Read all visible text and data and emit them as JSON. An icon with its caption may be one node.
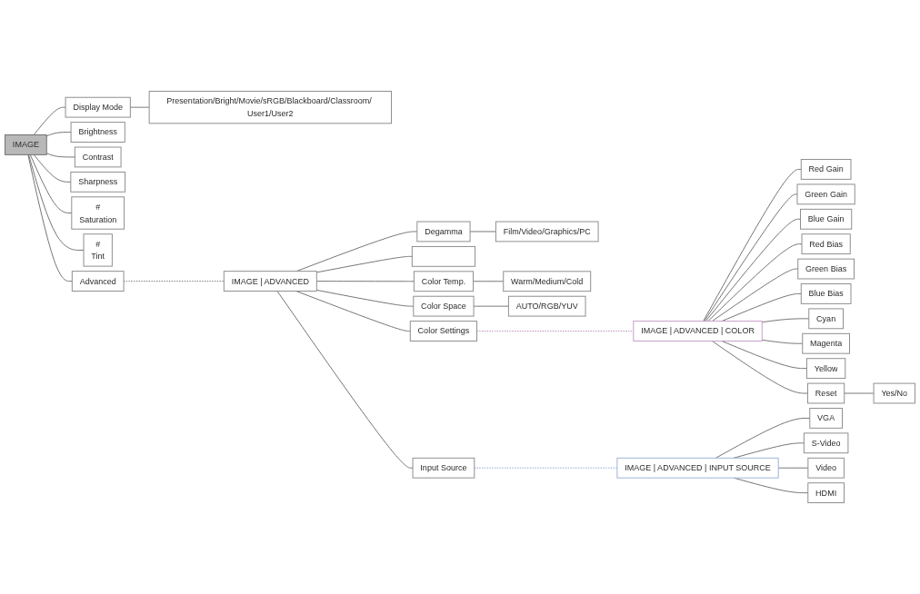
{
  "diagram": {
    "nodes": [
      {
        "text": [
          "IMAGE"
        ]
      },
      {
        "text": [
          "Display Mode"
        ]
      },
      {
        "text": [
          "Presentation/Bright/Movie/sRGB/Blackboard/Classroom/ User1/User2"
        ]
      },
      {
        "text": [
          "Brightness"
        ]
      },
      {
        "text": [
          "Contrast"
        ]
      },
      {
        "text": [
          "Sharpness"
        ]
      },
      {
        "text": [
          "#",
          "Saturation"
        ]
      },
      {
        "text": [
          "#",
          "Tint"
        ]
      },
      {
        "text": [
          "Advanced"
        ]
      },
      {
        "text": [
          "IMAGE | ADVANCED"
        ]
      },
      {
        "text": [
          "Degamma"
        ]
      },
      {
        "text": [
          "Film/Video/Graphics/PC"
        ]
      },
      {
        "text": [],
        "shape": "box"
      },
      {
        "text": [
          "Color Temp."
        ]
      },
      {
        "text": [
          "Warm/Medium/Cold"
        ]
      },
      {
        "text": [
          "Color Settings"
        ]
      },
      {
        "text": [
          "Color Space"
        ]
      },
      {
        "text": [
          "AUTO/RGB/YUV"
        ]
      },
      {
        "text": [
          "Input Source"
        ]
      },
      {
        "text": [
          "IMAGE | ADVANCED | COLOR"
        ]
      },
      {
        "text": [
          "Red Gain"
        ]
      },
      {
        "text": [
          "Green Gain"
        ]
      },
      {
        "text": [
          "Blue Gain"
        ]
      },
      {
        "text": [
          "Red Bias"
        ]
      },
      {
        "text": [
          "Green Bias"
        ]
      },
      {
        "text": [
          "Blue Bias"
        ]
      },
      {
        "text": [
          "Cyan"
        ]
      },
      {
        "text": [
          "Magenta"
        ]
      },
      {
        "text": [
          "Yellow"
        ]
      },
      {
        "text": [
          "Reset"
        ]
      },
      {
        "text": [
          "Yes/No"
        ]
      },
      {
        "text": [
          "IMAGE | ADVANCED | INPUT SOURCE"
        ]
      },
      {
        "text": [
          "VGA"
        ]
      },
      {
        "text": [
          "S-Video"
        ]
      },
      {
        "text": [
          "Video"
        ]
      },
      {
        "text": [
          "HDMI"
        ]
      }
    ],
    "edges": [
      {
        "from": 0,
        "to": 1,
        "arrow": "none"
      },
      {
        "from": 0,
        "to": 3,
        "arrow": "none"
      },
      {
        "from": 0,
        "to": 4,
        "arrow": "none"
      },
      {
        "from": 0,
        "to": 5,
        "arrow": "none"
      },
      {
        "from": 0,
        "to": 6,
        "arrow": "none"
      },
      {
        "from": 0,
        "to": 7,
        "arrow": "none"
      },
      {
        "from": 0,
        "to": 8,
        "arrow": "none"
      },
      {
        "from": 1,
        "to": 2,
        "arrow": "none"
      },
      {
        "from": 8,
        "to": 9,
        "arrow": "none",
        "style": "dashed"
      },
      {
        "from": 9,
        "to": 10,
        "arrow": "none"
      },
      {
        "from": 9,
        "to": 12,
        "arrow": "none"
      },
      {
        "from": 9,
        "to": 13,
        "arrow": "none"
      },
      {
        "from": 9,
        "to": 15,
        "arrow": "none"
      },
      {
        "from": 9,
        "to": 16,
        "arrow": "none"
      },
      {
        "from": 9,
        "to": 18,
        "arrow": "none"
      },
      {
        "from": 10,
        "to": 11,
        "arrow": "none"
      },
      {
        "from": 13,
        "to": 14,
        "arrow": "none"
      },
      {
        "from": 16,
        "to": 17,
        "arrow": "none"
      },
      {
        "from": 15,
        "to": 19,
        "arrow": "none",
        "style": "dashed",
        "color": "#b07ab4"
      },
      {
        "from": 18,
        "to": 31,
        "arrow": "none",
        "style": "dashed",
        "color": "#7f9cc9"
      },
      {
        "from": 19,
        "to": 20,
        "arrow": "none"
      },
      {
        "from": 19,
        "to": 21,
        "arrow": "none"
      },
      {
        "from": 19,
        "to": 22,
        "arrow": "none"
      },
      {
        "from": 19,
        "to": 23,
        "arrow": "none"
      },
      {
        "from": 19,
        "to": 24,
        "arrow": "none"
      },
      {
        "from": 19,
        "to": 25,
        "arrow": "none"
      },
      {
        "from": 19,
        "to": 26,
        "arrow": "none"
      },
      {
        "from": 19,
        "to": 27,
        "arrow": "none"
      },
      {
        "from": 19,
        "to": 28,
        "arrow": "none"
      },
      {
        "from": 19,
        "to": 29,
        "arrow": "none"
      },
      {
        "from": 29,
        "to": 30,
        "arrow": "none"
      },
      {
        "from": 31,
        "to": 32,
        "arrow": "none"
      },
      {
        "from": 31,
        "to": 33,
        "arrow": "none"
      },
      {
        "from": 31,
        "to": 34,
        "arrow": "none"
      },
      {
        "from": 31,
        "to": 35,
        "arrow": "none"
      }
    ]
  }
}
